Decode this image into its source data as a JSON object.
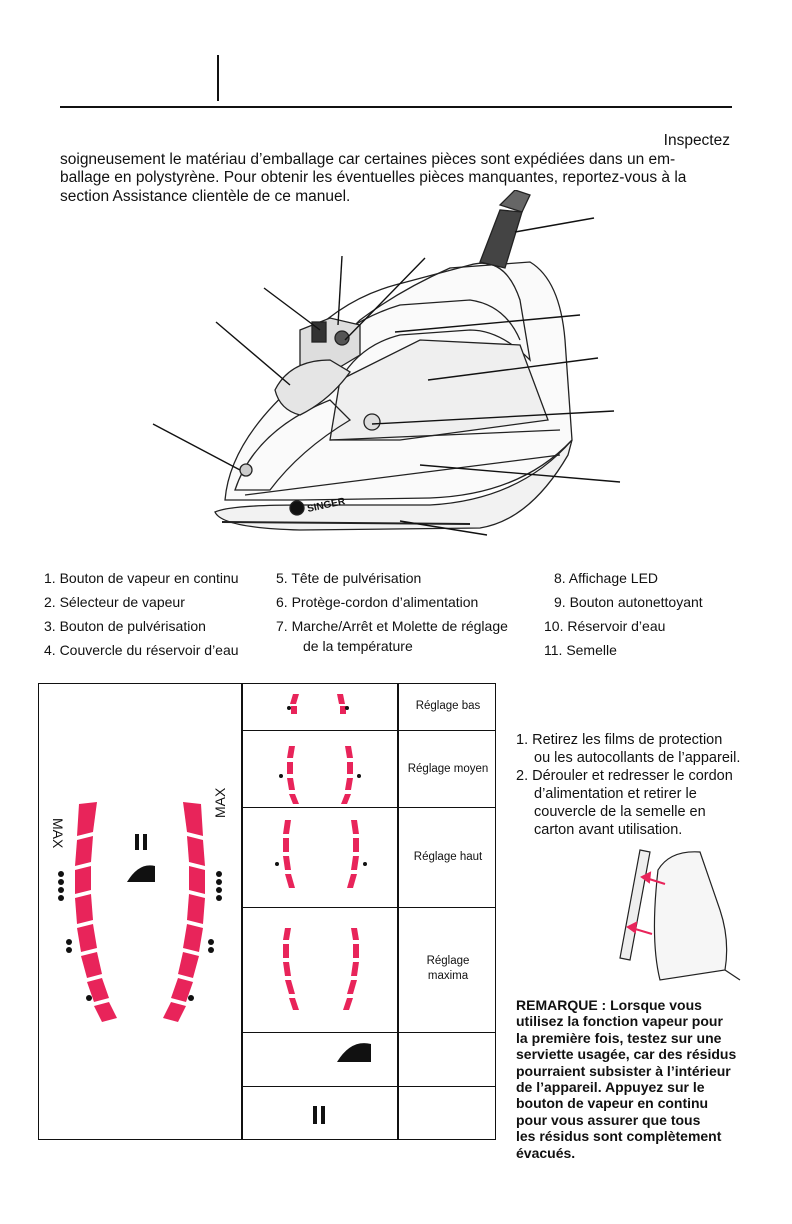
{
  "intro": {
    "line1": "Inspectez",
    "line2": "soigneusement le matériau d’emballage car certaines pièces sont expédiées dans un em-",
    "line3": "ballage en polystyrène. Pour obtenir les éventuelles pièces manquantes, reportez-vous à la",
    "line4": "section Assistance clientèle de ce manuel."
  },
  "diagram": {
    "brand": "SINGER"
  },
  "parts": {
    "col1": [
      "1. Bouton de vapeur en continu",
      "2. Sélecteur de vapeur",
      "3. Bouton de pulvérisation",
      "4. Couvercle du réservoir d’eau"
    ],
    "col2": [
      "5. Tête de pulvérisation",
      "6. Protège-cordon d’alimentation",
      "7. Marche/Arrêt et Molette de réglage"
    ],
    "col2_cont": "de la température",
    "col3": [
      "8. Affichage LED",
      "9. Bouton autonettoyant",
      "10. Réservoir d’eau",
      "11. Semelle"
    ]
  },
  "display": {
    "max_label": "MAX",
    "settings": [
      "Réglage bas",
      "Réglage moyen",
      "Réglage haut",
      "Réglage",
      "maxima"
    ]
  },
  "instructions": {
    "step1_num": "1.",
    "step1_a": "Retirez les films de protection",
    "step1_b": "ou les autocollants de l’appareil.",
    "step2_num": "2.",
    "step2_a": "Dérouler et redresser le cordon",
    "step2_b": "d’alimentation et retirer le",
    "step2_c": "couvercle de la semelle en",
    "step2_d": "carton avant utilisation."
  },
  "note": {
    "lines": [
      "REMARQUE : Lorsque vous",
      "utilisez la fonction vapeur pour",
      "la première fois, testez sur une",
      "serviette usagée, car des résidus",
      "pourraient subsister à l’intérieur",
      "de l’appareil. Appuyez sur le",
      "bouton de vapeur en continu",
      "pour vous assurer que tous",
      "les résidus sont complètement",
      "évacués."
    ]
  },
  "colors": {
    "segment": "#e8245a",
    "ink": "#111111"
  }
}
